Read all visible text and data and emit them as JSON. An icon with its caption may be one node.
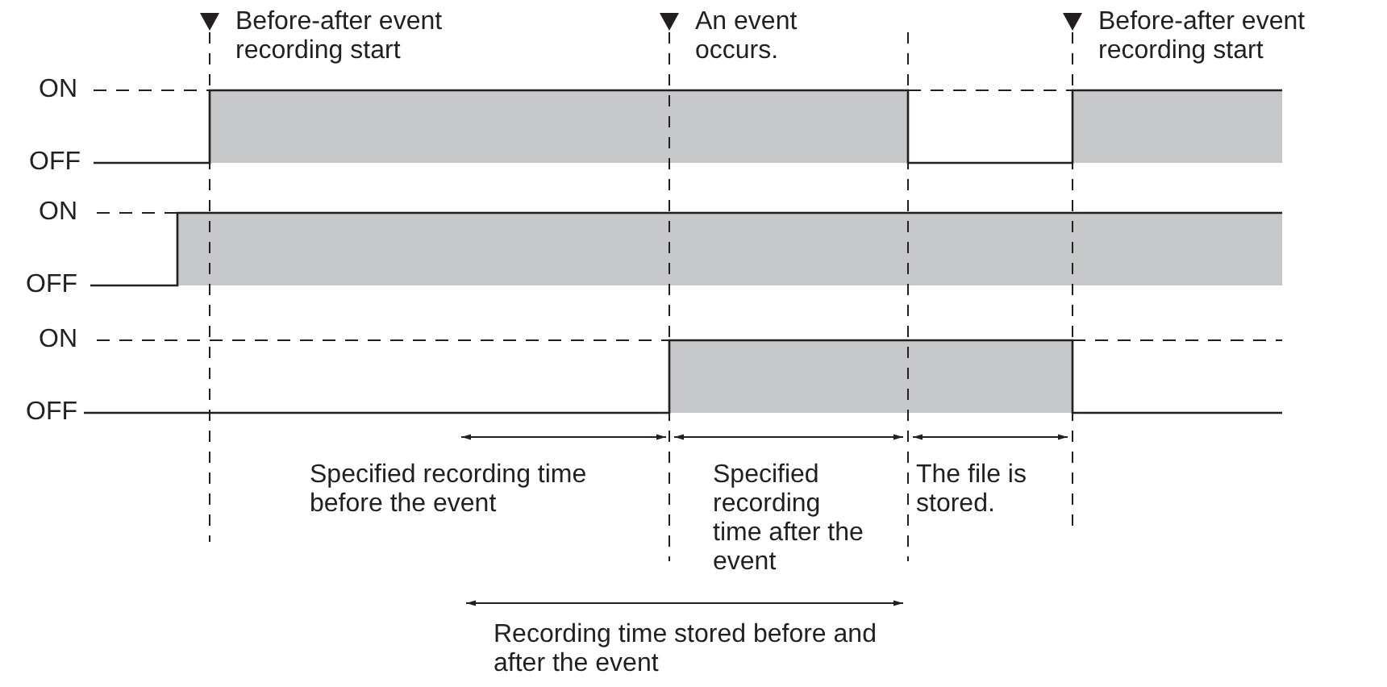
{
  "diagram": {
    "labels": [
      "Before-after event recording start",
      "An event occurs.",
      "Before-after event recording start",
      "ON",
      "OFF",
      "ON",
      "OFF",
      "ON",
      "OFF",
      "Specified recording time before the event",
      "Specified recording time after the event",
      "The file is stored.",
      "Recording time stored before and after the event"
    ]
  }
}
